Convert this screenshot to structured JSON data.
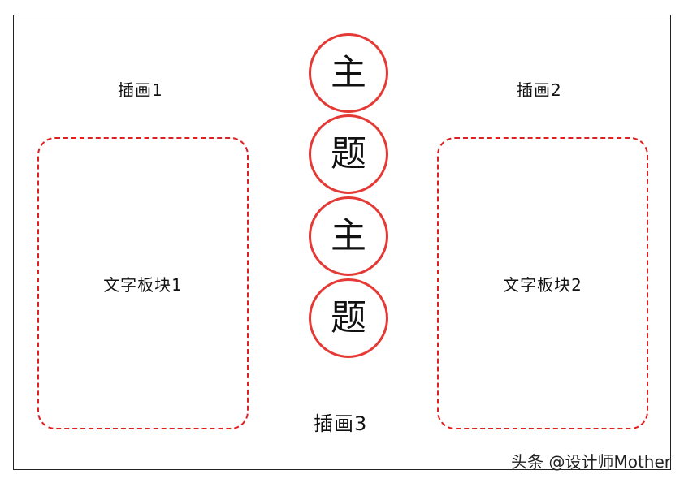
{
  "layout_diagram": {
    "illustrations": [
      {
        "label": "插画1"
      },
      {
        "label": "插画2"
      },
      {
        "label": "插画3"
      }
    ],
    "text_blocks": [
      {
        "label": "文字板块1"
      },
      {
        "label": "文字板块2"
      }
    ],
    "title_chars": [
      "主",
      "题",
      "主",
      "题"
    ],
    "colors": {
      "accent": "#e53935",
      "dashed_border": "#e02020",
      "frame": "#222222",
      "text": "#111111"
    }
  },
  "watermark": {
    "text": "头条 @设计师Mother"
  }
}
